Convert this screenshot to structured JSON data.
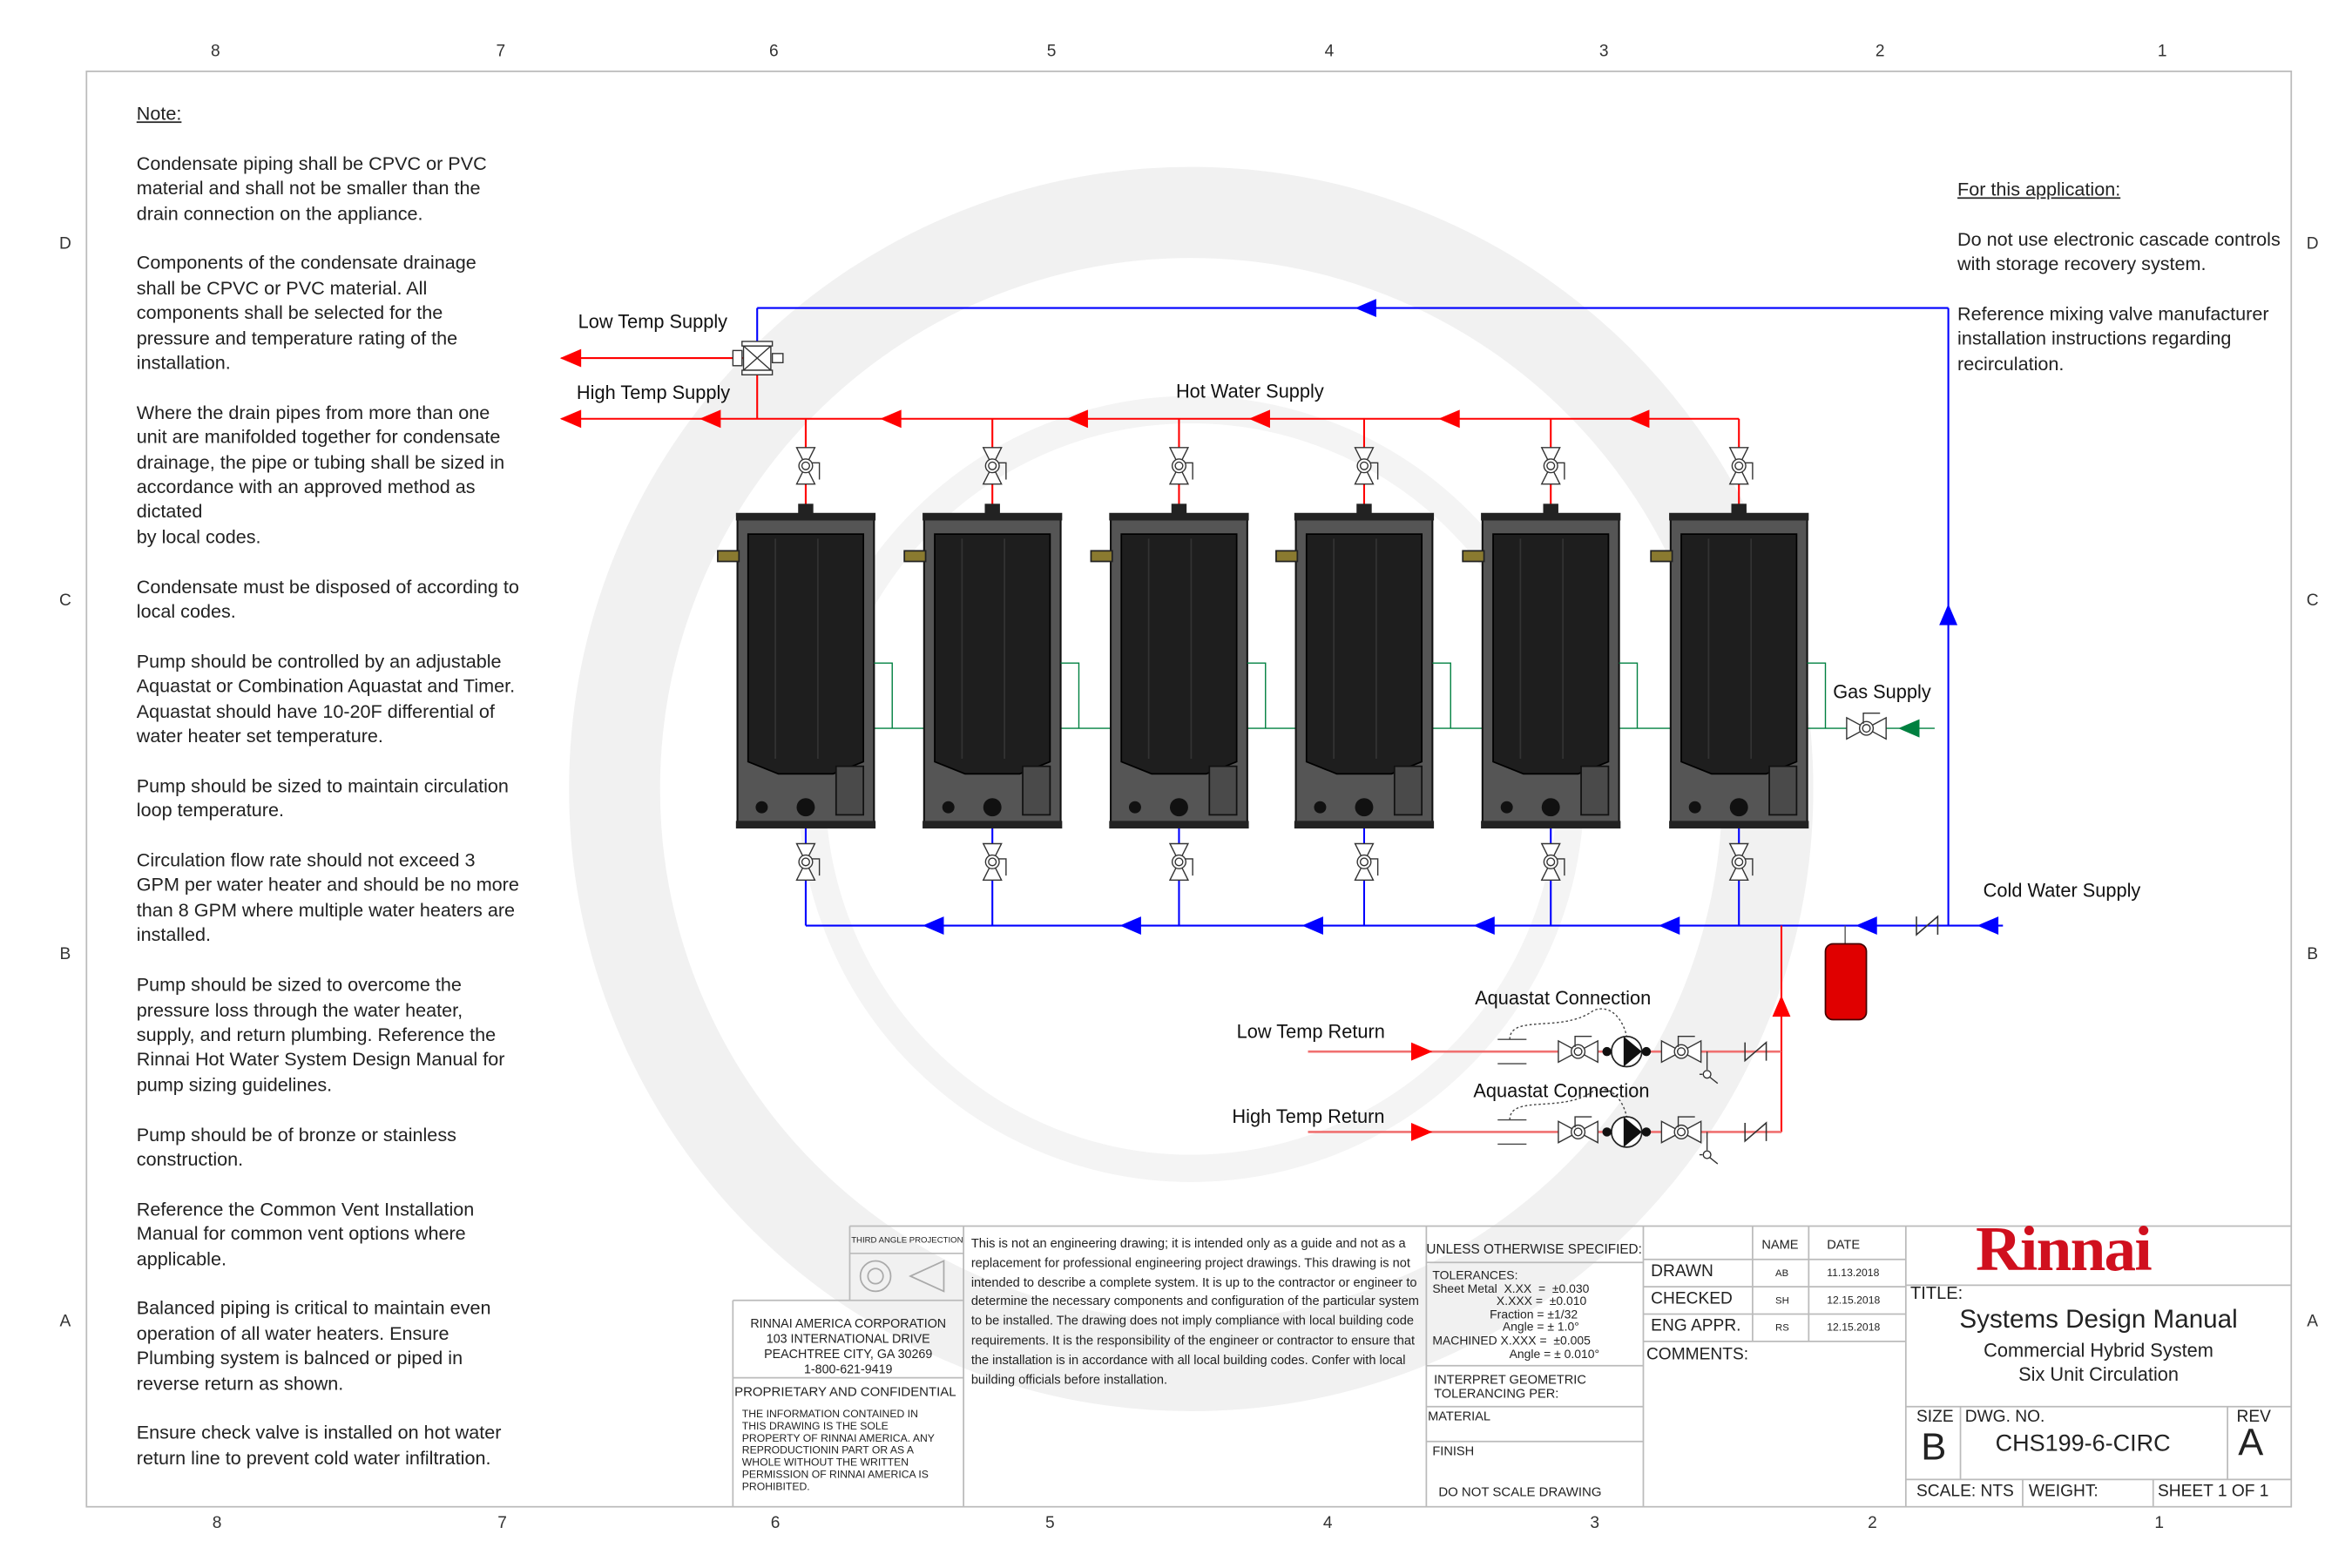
{
  "zones_top": [
    "8",
    "7",
    "6",
    "5",
    "4",
    "3",
    "2",
    "1"
  ],
  "zones_bottom": [
    "8",
    "7",
    "6",
    "5",
    "4",
    "3",
    "2",
    "1"
  ],
  "zones_side": [
    "D",
    "C",
    "B",
    "A"
  ],
  "notes": {
    "heading": "Note:",
    "items": [
      "Condensate piping shall be CPVC or PVC\nmaterial and shall not be smaller than the\ndrain connection on the appliance.",
      "Components of the condensate drainage\nshall be CPVC or PVC material. All\ncomponents shall be selected for the\npressure and temperature rating of the\ninstallation.",
      "Where the drain pipes from more than one\nunit are manifolded together for condensate\ndrainage, the pipe or tubing shall be sized in\naccordance with an approved method as\ndictated\nby local codes.",
      "Condensate must be disposed of according to\nlocal codes.",
      "Pump should be controlled by an adjustable\nAquastat or Combination Aquastat and Timer.\nAquastat should have 10-20F differential of\nwater heater set temperature.",
      "Pump should be sized to maintain circulation\nloop temperature.",
      "Circulation flow rate should not exceed 3\nGPM per water heater and should be no more\nthan 8 GPM where multiple water heaters are\ninstalled.",
      "Pump should be sized to overcome the\npressure loss through the water heater,\nsupply, and return plumbing.  Reference the\nRinnai Hot Water System Design Manual for\npump sizing guidelines.",
      "Pump should be of bronze or stainless\nconstruction.",
      "Reference the Common Vent Installation\nManual for common vent options where\napplicable.",
      "Balanced piping is critical to maintain even\noperation of all water heaters.  Ensure\nPlumbing system is balnced or piped in\nreverse return as shown.",
      "Ensure check valve is installed on hot water\nreturn line to prevent cold water infiltration."
    ]
  },
  "application_notes": {
    "heading": "For this application:",
    "items": [
      "Do not use electronic cascade controls\nwith storage recovery system.",
      "Reference mixing valve manufacturer\ninstallation instructions regarding\nrecirculation."
    ]
  },
  "diagram": {
    "low_temp_supply": "Low Temp Supply",
    "high_temp_supply": "High Temp Supply",
    "hot_water_supply": "Hot Water Supply",
    "gas_supply": "Gas Supply",
    "cold_water_supply": "Cold Water Supply",
    "aquastat_1": "Aquastat Connection",
    "aquastat_2": "Aquastat Connection",
    "low_temp_return": "Low Temp Return",
    "high_temp_return": "High Temp Return",
    "heater_count": 6,
    "colors": {
      "hot": "#ff0000",
      "cold": "#0000ff",
      "gas": "#008040",
      "return": "#f07070",
      "tank": "#e00000"
    }
  },
  "title_block": {
    "third_angle": "THIRD ANGLE PROJECTION",
    "company": "RINNAI AMERICA CORPORATION\n103 INTERNATIONAL DRIVE\nPEACHTREE CITY, GA  30269\n1-800-621-9419",
    "proprietary_heading": "PROPRIETARY AND CONFIDENTIAL",
    "proprietary_text": "THE INFORMATION CONTAINED IN\nTHIS DRAWING IS THE SOLE\nPROPERTY OF RINNAI AMERICA. ANY\nREPRODUCTIONIN PART OR AS A\nWHOLE WITHOUT THE WRITTEN\nPERMISSION OF RINNAI AMERICA IS\nPROHIBITED.",
    "disclaimer": "This is not an engineering drawing; it is intended only as a guide and not as a replacement for professional engineering project drawings. This drawing is not intended to describe a complete system. It is up to the contractor or engineer to determine the necessary components and configuration of the particular system to be installed. The drawing does not imply compliance with local building code requirements. It is the responsibility of the engineer or contractor to ensure that the installation is in accordance with all local building codes. Confer with local building officials before installation.",
    "unless": "UNLESS OTHERWISE SPECIFIED:",
    "tolerances": "TOLERANCES:\nSheet Metal  X.XX  =  ±0.030\n                   X.XXX =  ±0.010\n                 Fraction = ±1/32\n                     Angle = ± 1.0°\nMACHINED X.XXX =  ±0.005\n                       Angle = ± 0.010°",
    "interpret": "INTERPRET GEOMETRIC\nTOLERANCING PER:",
    "material": "MATERIAL",
    "finish": "FINISH",
    "do_not_scale": "DO NOT SCALE DRAWING",
    "name_header": "NAME",
    "date_header": "DATE",
    "rows": [
      {
        "label": "DRAWN",
        "name": "AB",
        "date": "11.13.2018"
      },
      {
        "label": "CHECKED",
        "name": "SH",
        "date": "12.15.2018"
      },
      {
        "label": "ENG APPR.",
        "name": "RS",
        "date": "12.15.2018"
      }
    ],
    "comments": "COMMENTS:",
    "logo": "Rinnai",
    "title_label": "TITLE:",
    "title": "Systems Design Manual",
    "subtitle1": "Commercial Hybrid System",
    "subtitle2": "Six Unit Circulation",
    "size_label": "SIZE",
    "size": "B",
    "dwg_label": "DWG.  NO.",
    "dwg_no": "CHS199-6-CIRC",
    "rev_label": "REV",
    "rev": "A",
    "scale": "SCALE: NTS",
    "weight": "WEIGHT:",
    "sheet": "SHEET 1 OF 1"
  }
}
